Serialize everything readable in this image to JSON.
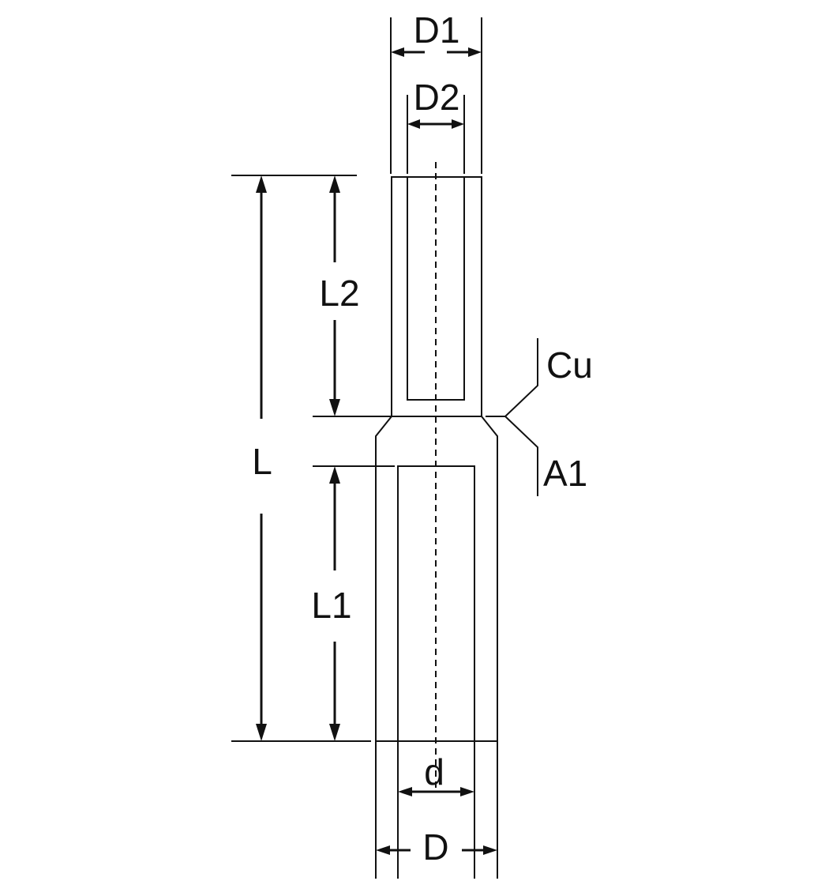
{
  "labels": {
    "D1": "D1",
    "D2": "D2",
    "L2": "L2",
    "L": "L",
    "L1": "L1",
    "Cu": "Cu",
    "A1": "A1",
    "d": "d",
    "D": "D"
  },
  "colors": {
    "line": "#111111",
    "background": "#ffffff"
  }
}
